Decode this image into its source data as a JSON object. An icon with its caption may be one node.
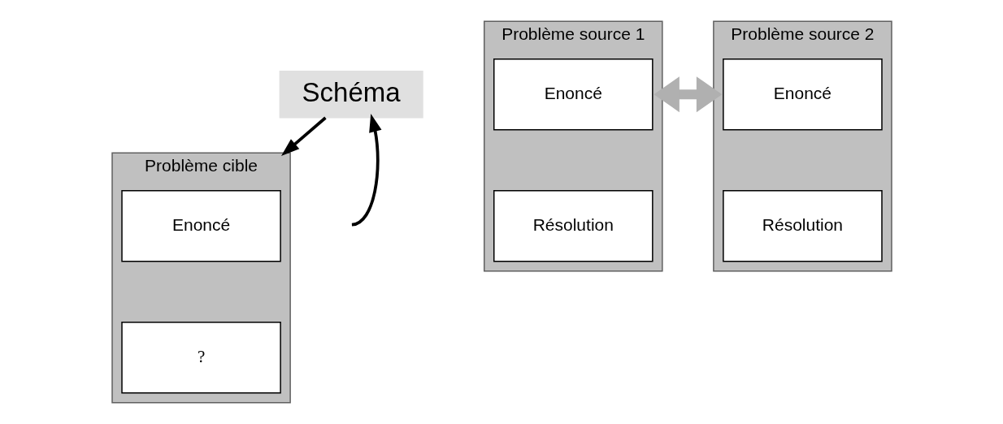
{
  "diagram": {
    "nodes": [
      {
        "text": [
          "Schéma"
        ]
      },
      {
        "text": [
          "Problème source 1"
        ]
      },
      {
        "text": [
          "Enoncé"
        ],
        "in": 1
      },
      {
        "text": [
          "Résolution"
        ],
        "in": 1
      },
      {
        "text": [
          "Problème source 2"
        ]
      },
      {
        "text": [
          "Enoncé"
        ],
        "in": 4
      },
      {
        "text": [
          "Résolution"
        ],
        "in": 4
      },
      {
        "text": [
          "Problème cible"
        ]
      },
      {
        "text": [
          "Enoncé"
        ],
        "in": 7
      },
      {
        "text": [
          "?"
        ],
        "in": 7
      }
    ],
    "edges": [
      {
        "from": 1,
        "to": 4,
        "arrow": "both",
        "style": "thick",
        "color": "#b0b0b0"
      },
      {
        "from": null,
        "to": 0,
        "arrow": "to"
      },
      {
        "from": 0,
        "to": 7,
        "arrow": "to"
      }
    ]
  }
}
